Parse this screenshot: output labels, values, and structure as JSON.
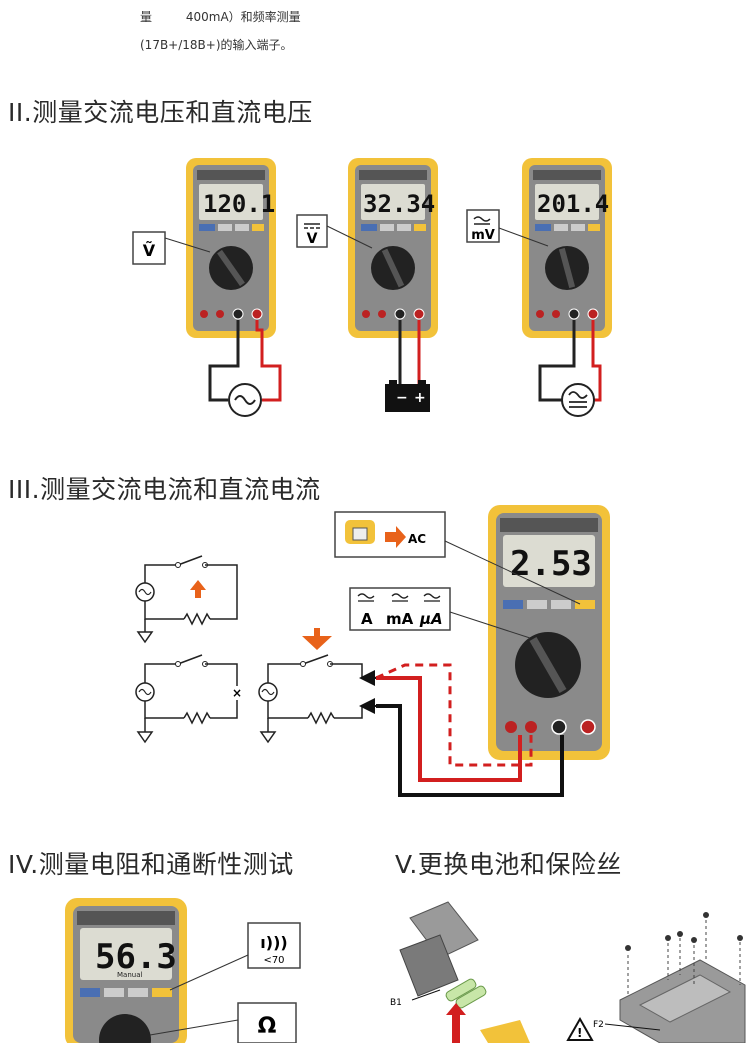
{
  "intro": {
    "line1_a": "量",
    "line1_b": "400mA）和频率测量",
    "line2": "(17B+/18B+)的输入端子。"
  },
  "sections": {
    "s2_title": "II.测量交流电压和直流电压",
    "s3_title": "III.测量交流电流和直流电流",
    "s4_title": "IV.测量电阻和通断性测试",
    "s5_title": "V.更换电池和保险丝"
  },
  "meters": {
    "m1_reading": "120.1",
    "m1_unit": "V",
    "m1_label": "Ṽ",
    "m2_reading": "32.34",
    "m2_unit": "V",
    "m2_label": "V",
    "m3_reading": "201.4",
    "m3_unit": "mV",
    "m3_label": "mV",
    "m4_reading": "2.53",
    "m4_unit": "A",
    "m5_reading": "56.3",
    "m5_unit": "Ω"
  },
  "callouts": {
    "ac_label": "AC",
    "current_a": "A",
    "current_ma": "mA",
    "current_ua": "μA",
    "continuity": "<70",
    "ohm": "Ω",
    "manual": "Manual"
  },
  "parts": {
    "b1": "B1",
    "f2": "F2"
  },
  "colors": {
    "meter_yellow": "#f2c23a",
    "meter_gray": "#8a8a8a",
    "probe_red": "#d21f1f",
    "arrow_orange": "#e8621a"
  }
}
